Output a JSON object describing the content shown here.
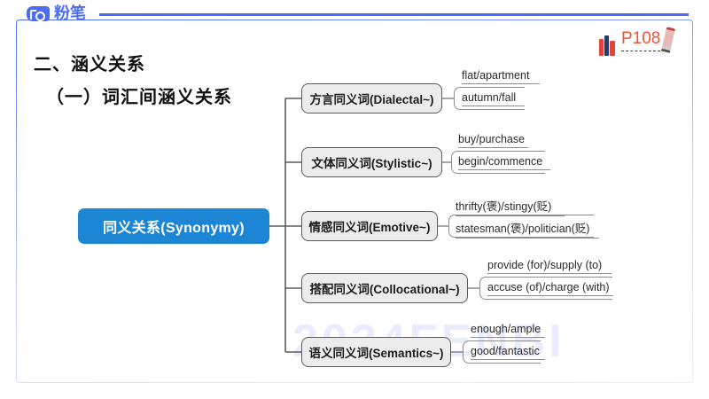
{
  "brand": {
    "name": "粉笔",
    "logo_icon": "fb-logo-icon",
    "accent": "#4a6cf7"
  },
  "heading": {
    "section": "二、涵义关系",
    "subsection": "（一）词汇间涵义关系"
  },
  "page_badge": {
    "books_icon": "books-icon",
    "page_label": "P108",
    "pencil_icon": "pencil-icon",
    "color": "#f0533a"
  },
  "watermark": {
    "text": "2024FENBI"
  },
  "mindmap": {
    "root": {
      "label": "同义关系(Synonymy)",
      "color": "#1c86d4",
      "text_color": "#ffffff"
    },
    "branches": [
      {
        "label": "方言同义词(Dialectal~)",
        "examples": [
          "flat/apartment",
          "autumn/fall"
        ]
      },
      {
        "label": "文体同义词(Stylistic~)",
        "examples": [
          "buy/purchase",
          "begin/commence"
        ]
      },
      {
        "label": "情感同义词(Emotive~)",
        "examples": [
          "thrifty(褒)/stingy(贬)",
          "statesman(褒)/politician(贬)"
        ]
      },
      {
        "label": "搭配同义词(Collocational~)",
        "examples": [
          "provide (for)/supply (to)",
          "accuse (of)/charge (with)"
        ]
      },
      {
        "label": "语义同义词(Semantics~)",
        "examples": [
          "enough/ample",
          "good/fantastic"
        ]
      }
    ]
  }
}
